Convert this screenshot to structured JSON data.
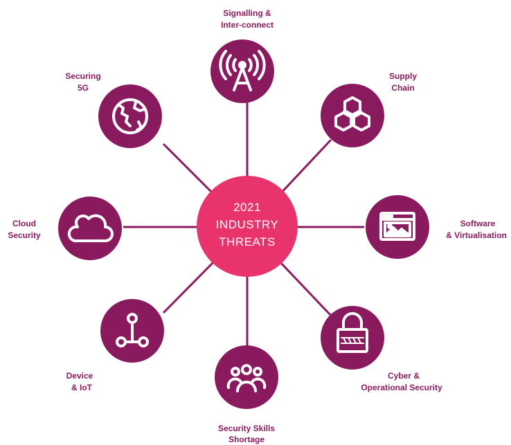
{
  "colors": {
    "node_fill": "#8a1a5e",
    "center_fill": "#e8336d",
    "connector": "#8a1a5e",
    "label_text": "#8a1a5e",
    "icon": "#ffffff"
  },
  "center": {
    "line1": "2021",
    "line2": "INDUSTRY",
    "line3": "THREATS"
  },
  "nodes": [
    {
      "icon": "antenna-icon",
      "line1": "Signalling &",
      "line2": "Inter-connect"
    },
    {
      "icon": "blocks-icon",
      "line1": "Supply",
      "line2": "Chain"
    },
    {
      "icon": "browser-window-icon",
      "line1": "Software",
      "line2": "& Virtualisation"
    },
    {
      "icon": "padlock-icon",
      "line1": "Cyber &",
      "line2": "Operational Security"
    },
    {
      "icon": "people-group-icon",
      "line1": "Security Skills",
      "line2": "Shortage"
    },
    {
      "icon": "network-nodes-icon",
      "line1": "Device",
      "line2": "& IoT"
    },
    {
      "icon": "cloud-icon",
      "line1": "Cloud",
      "line2": "Security"
    },
    {
      "icon": "globe-icon",
      "line1": "Securing",
      "line2": "5G"
    }
  ]
}
